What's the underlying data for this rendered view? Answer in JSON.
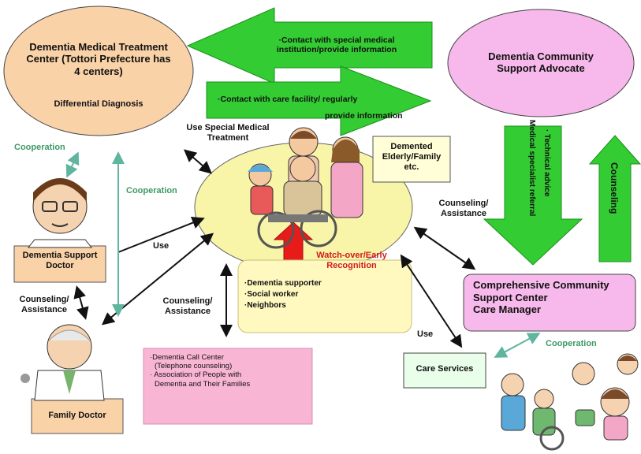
{
  "colors": {
    "orange_fill": "#fad2a8",
    "pink_fill": "#f7b9eb",
    "yellow_fill": "#f8f4a8",
    "green_arrow": "#33cc33",
    "cream_box": "#fffed6",
    "pink_box": "#f9b6d4",
    "mint_box": "#eaffea",
    "red_arrow": "#e81b1b",
    "teal_arrow": "#5fb59e",
    "cooperation_green": "#3c9a64"
  },
  "nodes": {
    "medical_center": {
      "title": "Dementia Medical Treatment Center (Tottori Prefecture has 4 centers)",
      "subtitle": "Differential Diagnosis"
    },
    "community_advocate": "Dementia Community Support Advocate",
    "elderly_family": "Demented Elderly/Family etc.",
    "support_doctor": "Dementia Support Doctor",
    "family_doctor": "Family Doctor",
    "community_center": {
      "line1": "Comprehensive Community",
      "line2": "Support Center",
      "line3": "Care Manager"
    },
    "care_services": "Care Services",
    "supporters": [
      "·Dementia supporter",
      "·Social worker",
      "·Neighbors"
    ],
    "call_center": [
      "·Dementia Call Center",
      "(Telephone counseling)",
      "· Association of People with",
      "Dementia and Their Families"
    ]
  },
  "arrows": {
    "special_medical": "·Contact with special medical institution/provide information",
    "care_facility": "·Contact with care facility/ regularly",
    "care_facility_cont": "provide information",
    "technical_advice": "· Technical advice",
    "specialist_referral": "Medical specialist referral",
    "counseling_vertical": "Counseling"
  },
  "labels": {
    "use_special_medical": "Use Special Medical Treatment",
    "cooperation_top_left": "Cooperation",
    "cooperation_mid": "Cooperation",
    "cooperation_right": "Cooperation",
    "use_left": "Use",
    "use_right": "Use",
    "counseling_left": "Counseling/ Assistance",
    "counseling_mid": "Counseling/ Assistance",
    "counseling_right": "Counseling/ Assistance",
    "watch_over": "Watch-over/Early Recognition"
  }
}
